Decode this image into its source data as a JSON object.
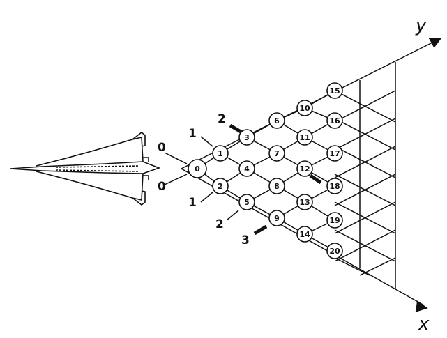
{
  "diagram": {
    "axes": {
      "x": "x",
      "y": "y"
    },
    "nodes": [
      "0",
      "1",
      "2",
      "3",
      "4",
      "5",
      "6",
      "7",
      "8",
      "9",
      "10",
      "11",
      "12",
      "13",
      "14",
      "15",
      "16",
      "17",
      "18",
      "19",
      "20"
    ],
    "tags": {
      "top_0": "0",
      "bottom_0": "0",
      "top_1": "1",
      "bottom_1": "1",
      "top_2": "2",
      "bottom_2": "2",
      "bottom_3": "3"
    }
  }
}
